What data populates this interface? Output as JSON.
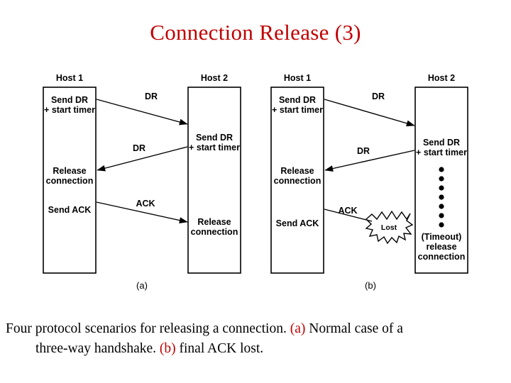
{
  "slide": {
    "title": "Connection Release (3)",
    "caption": {
      "part1": "Four protocol scenarios for releasing a connection.",
      "label_a": "(a)",
      "part2": "Normal case of a",
      "part3": "three-way handshake.",
      "label_b": "(b)",
      "part4": "final ACK lost."
    }
  },
  "diagram": {
    "panel_a": {
      "sublabel": "(a)",
      "host1_label": "Host 1",
      "host2_label": "Host 2",
      "host1_events": [
        {
          "line1": "Send DR",
          "line2": "+ start timer"
        },
        {
          "line1": "Release",
          "line2": "connection"
        },
        {
          "line1": "Send ACK",
          "line2": ""
        }
      ],
      "host2_events": [
        {
          "line1": "Send DR",
          "line2": "+ start timer"
        },
        {
          "line1": "Release",
          "line2": "connection"
        }
      ],
      "messages": [
        "DR",
        "DR",
        "ACK"
      ]
    },
    "panel_b": {
      "sublabel": "(b)",
      "host1_label": "Host 1",
      "host2_label": "Host 2",
      "host1_events": [
        {
          "line1": "Send DR",
          "line2": "+ start timer"
        },
        {
          "line1": "Release",
          "line2": "connection"
        },
        {
          "line1": "Send ACK",
          "line2": ""
        }
      ],
      "host2_events": [
        {
          "line1": "Send DR",
          "line2": "+ start timer"
        },
        {
          "line1": "(Timeout)",
          "line2": "release",
          "line3": "connection"
        }
      ],
      "messages": [
        "DR",
        "DR",
        "ACK"
      ],
      "lost_label": "Lost"
    }
  },
  "colors": {
    "title": "#c00000",
    "caption_label": "#c00000",
    "text": "#000000",
    "line": "#000000"
  }
}
